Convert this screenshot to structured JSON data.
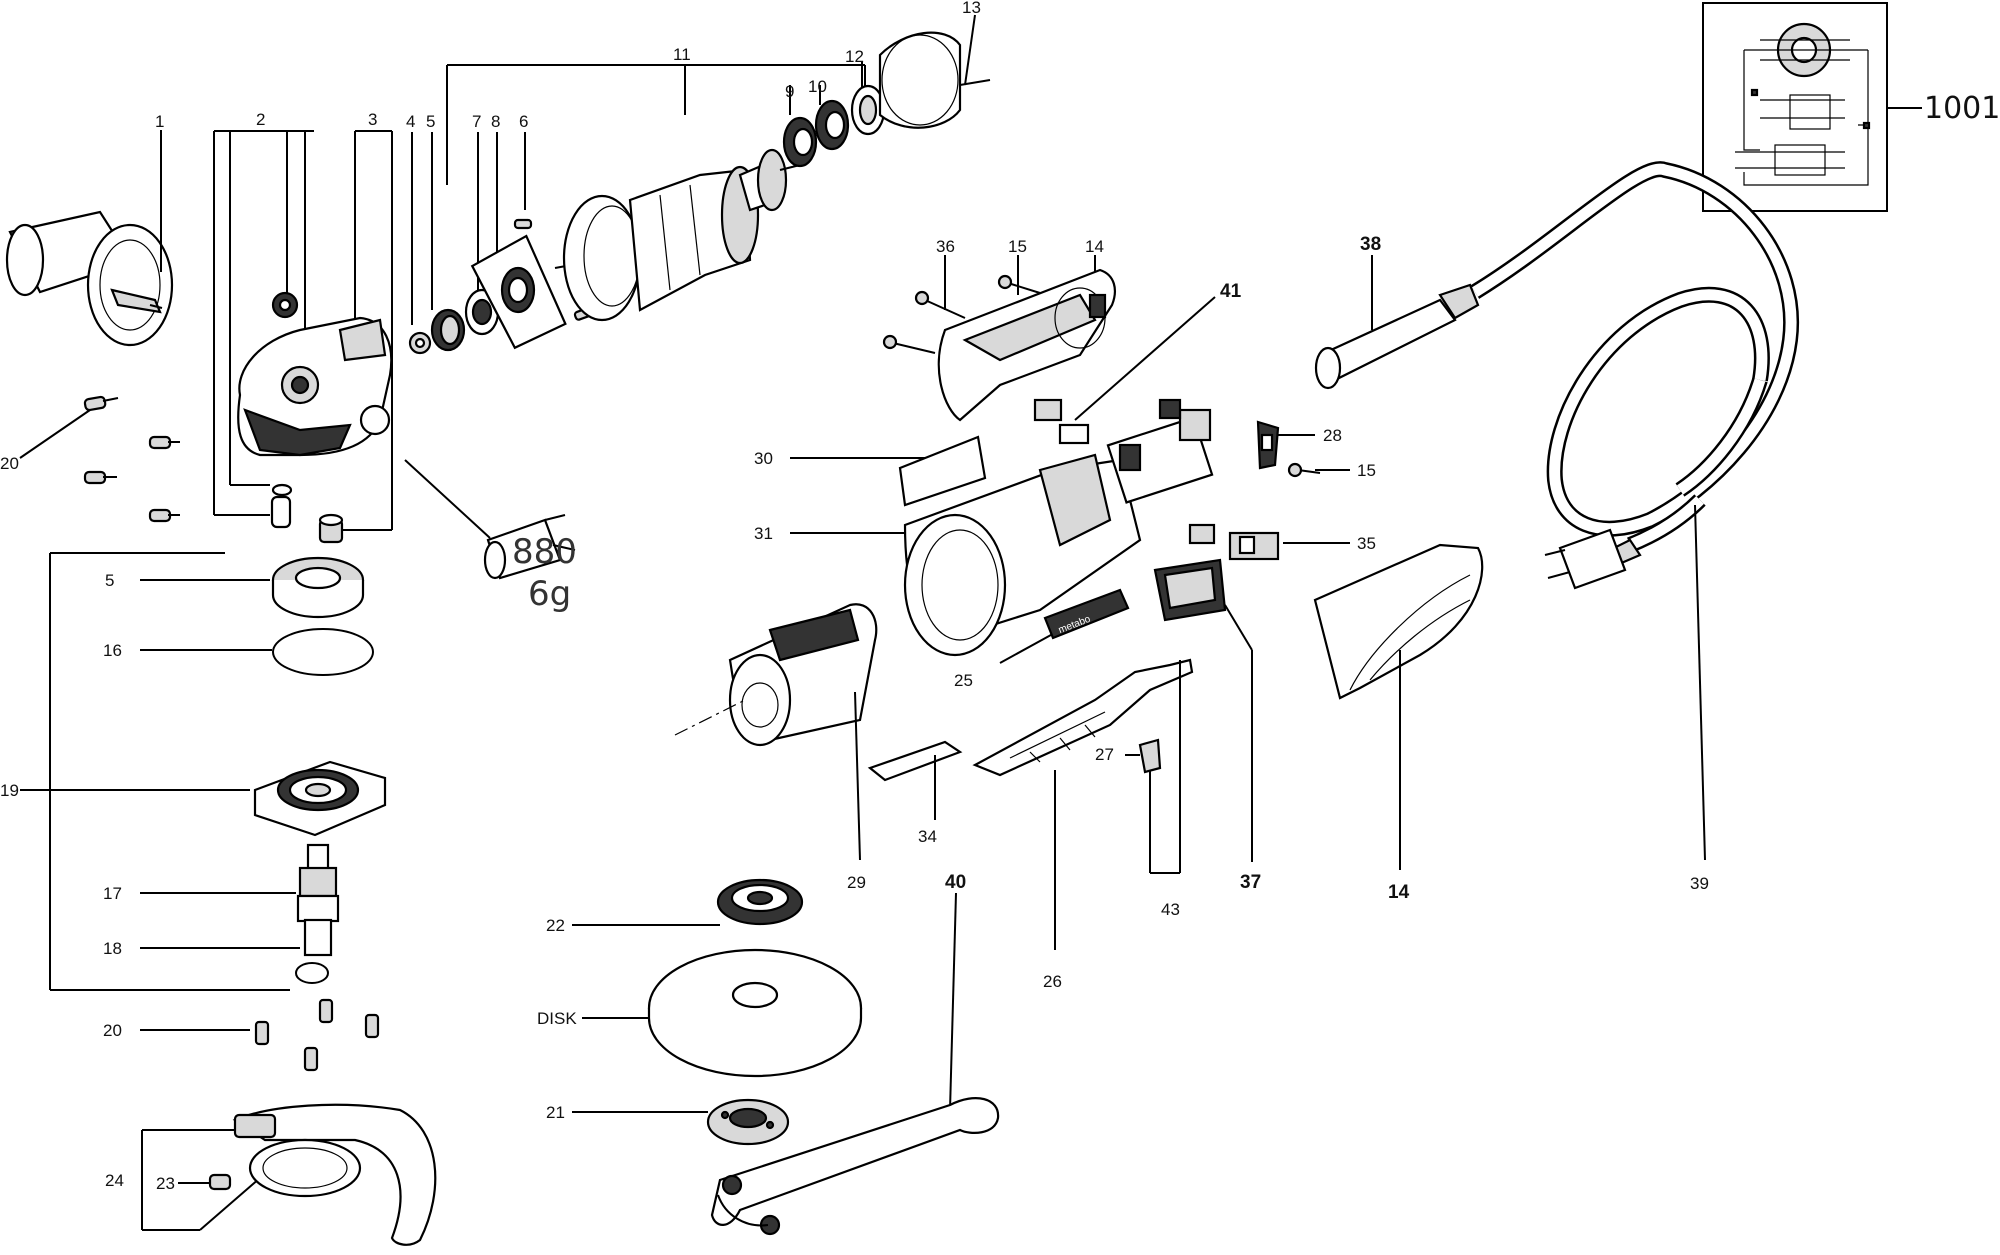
{
  "labels": {
    "l1": "1",
    "l2": "2",
    "l3": "3",
    "l4": "4",
    "l5a": "5",
    "l7": "7",
    "l8": "8",
    "l6": "6",
    "l11": "11",
    "l9": "9",
    "l10": "10",
    "l12": "12",
    "l13": "13",
    "l1001": "1001",
    "l20a": "20",
    "l5b": "5",
    "l16": "16",
    "l19": "19",
    "l17": "17",
    "l18": "18",
    "l20b": "20",
    "l24": "24",
    "l23": "23",
    "l36": "36",
    "l15a": "15",
    "l14a": "14",
    "l41": "41",
    "l38": "38",
    "l28": "28",
    "l15b": "15",
    "l30": "30",
    "l31": "31",
    "l35": "35",
    "l25": "25",
    "l29": "29",
    "l34": "34",
    "l27": "27",
    "l26": "26",
    "l43": "43",
    "l37": "37",
    "l14b": "14",
    "l39": "39",
    "l40": "40",
    "l22": "22",
    "ldisk": "DISK",
    "l21": "21"
  },
  "annotations": {
    "grease_code": "880",
    "grease_qty": "6g"
  },
  "product_marking": "metabo"
}
